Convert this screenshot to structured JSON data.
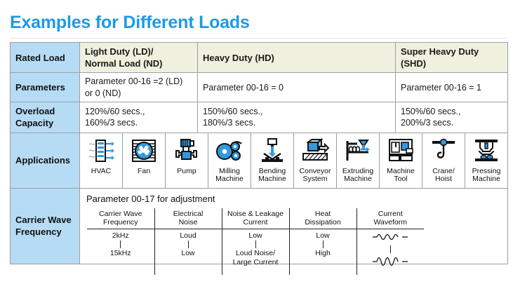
{
  "title": "Examples for Different Loads",
  "table": {
    "row_headers": [
      "Rated Load",
      "Parameters",
      "Overload Capacity",
      "Applications",
      "Carrier Wave Frequency"
    ],
    "columns": [
      "Light Duty (LD)/\nNormal Load (ND)",
      "Heavy Duty (HD)",
      "Super Heavy Duty (SHD)"
    ],
    "parameters": [
      "Parameter 00-16 =2 (LD)\nor 0 (ND)",
      "Parameter 00-16 = 0",
      "Parameter 00-16 = 1"
    ],
    "overload_capacity": [
      "120%/60 secs.,\n160%/3 secs.",
      "150%/60 secs.,\n180%/3 secs.",
      "150%/60 secs.,\n200%/3 secs."
    ],
    "applications": [
      {
        "label": "HVAC",
        "icon": "hvac-vent-icon"
      },
      {
        "label": "Fan",
        "icon": "fan-icon"
      },
      {
        "label": "Pump",
        "icon": "pump-icon"
      },
      {
        "label": "Milling\nMachine",
        "icon": "milling-machine-icon"
      },
      {
        "label": "Bending\nMachine",
        "icon": "bending-machine-icon"
      },
      {
        "label": "Conveyor\nSystem",
        "icon": "conveyor-system-icon"
      },
      {
        "label": "Extruding\nMachine",
        "icon": "extruding-machine-icon"
      },
      {
        "label": "Machine\nTool",
        "icon": "machine-tool-icon"
      },
      {
        "label": "Crane/\nHoist",
        "icon": "crane-hoist-icon"
      },
      {
        "label": "Pressing\nMachine",
        "icon": "pressing-machine-icon"
      }
    ],
    "carrier_wave": {
      "note": "Parameter 00-17 for adjustment",
      "headers": [
        "Carrier Wave\nFrequency",
        "Electrical\nNoise",
        "Noise & Leakage\nCurrent",
        "Heat\nDissipation",
        "Current\nWaveform"
      ],
      "values": [
        {
          "top": "2kHz",
          "bottom": "15kHz"
        },
        {
          "top": "Loud",
          "bottom": "Low"
        },
        {
          "top": "Low",
          "bottom": "Loud Noise/\nLarge Current"
        },
        {
          "top": "Low",
          "bottom": "High"
        },
        {
          "top": "low-amplitude-sine-waveform",
          "bottom": "high-amplitude-sine-waveform"
        }
      ]
    }
  },
  "colors": {
    "title_blue": "#1e9ae6",
    "row_header_blue": "#b6dcf5",
    "column_header_cream": "#eff0de",
    "border_gray": "#9aa0a6",
    "icon_blue": "#3399dd"
  }
}
